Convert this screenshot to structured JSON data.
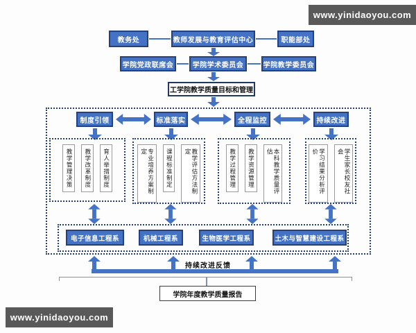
{
  "org": {
    "row1": {
      "left": "教务处",
      "center": "教师发展与教育评估中心",
      "right": "职能部处"
    },
    "row2": {
      "left": "学院党政联席会",
      "center": "学院学术委员会",
      "right": "学院教学委员会"
    },
    "goal": "工学院教学质量目标和管理"
  },
  "pillars": [
    {
      "label": "制度引领",
      "items": [
        "教学管理决策",
        "教学改革制度",
        "育人举措制度"
      ]
    },
    {
      "label": "标准落实",
      "items": [
        "专业培养方案制定",
        "课程标准制定",
        "教学评估方法制定"
      ]
    },
    {
      "label": "全程监控",
      "items": [
        "教学过程管理",
        "教学资源管理",
        "本科教学质量评估"
      ]
    },
    {
      "label": "持续改进",
      "items": [
        "学习结果分析评价",
        "学生家长校友社会"
      ]
    }
  ],
  "departments": [
    "电子信息工程系",
    "机械工程系",
    "生物医学工程系",
    "土木与智慧建设工程系"
  ],
  "feedback": {
    "label": "持续改进反馈"
  },
  "report": {
    "label": "学院年度教学质量报告"
  },
  "watermark": {
    "text": "www.yinidaoyou.com"
  },
  "colors": {
    "node_fill": "#4472c4",
    "node_border": "#24407e",
    "arrow": "#4472c4",
    "container_border": "#233d7a",
    "item_border": "#9a9a9a",
    "watermark_bg": "#595959",
    "bracket": "#8090ad"
  }
}
